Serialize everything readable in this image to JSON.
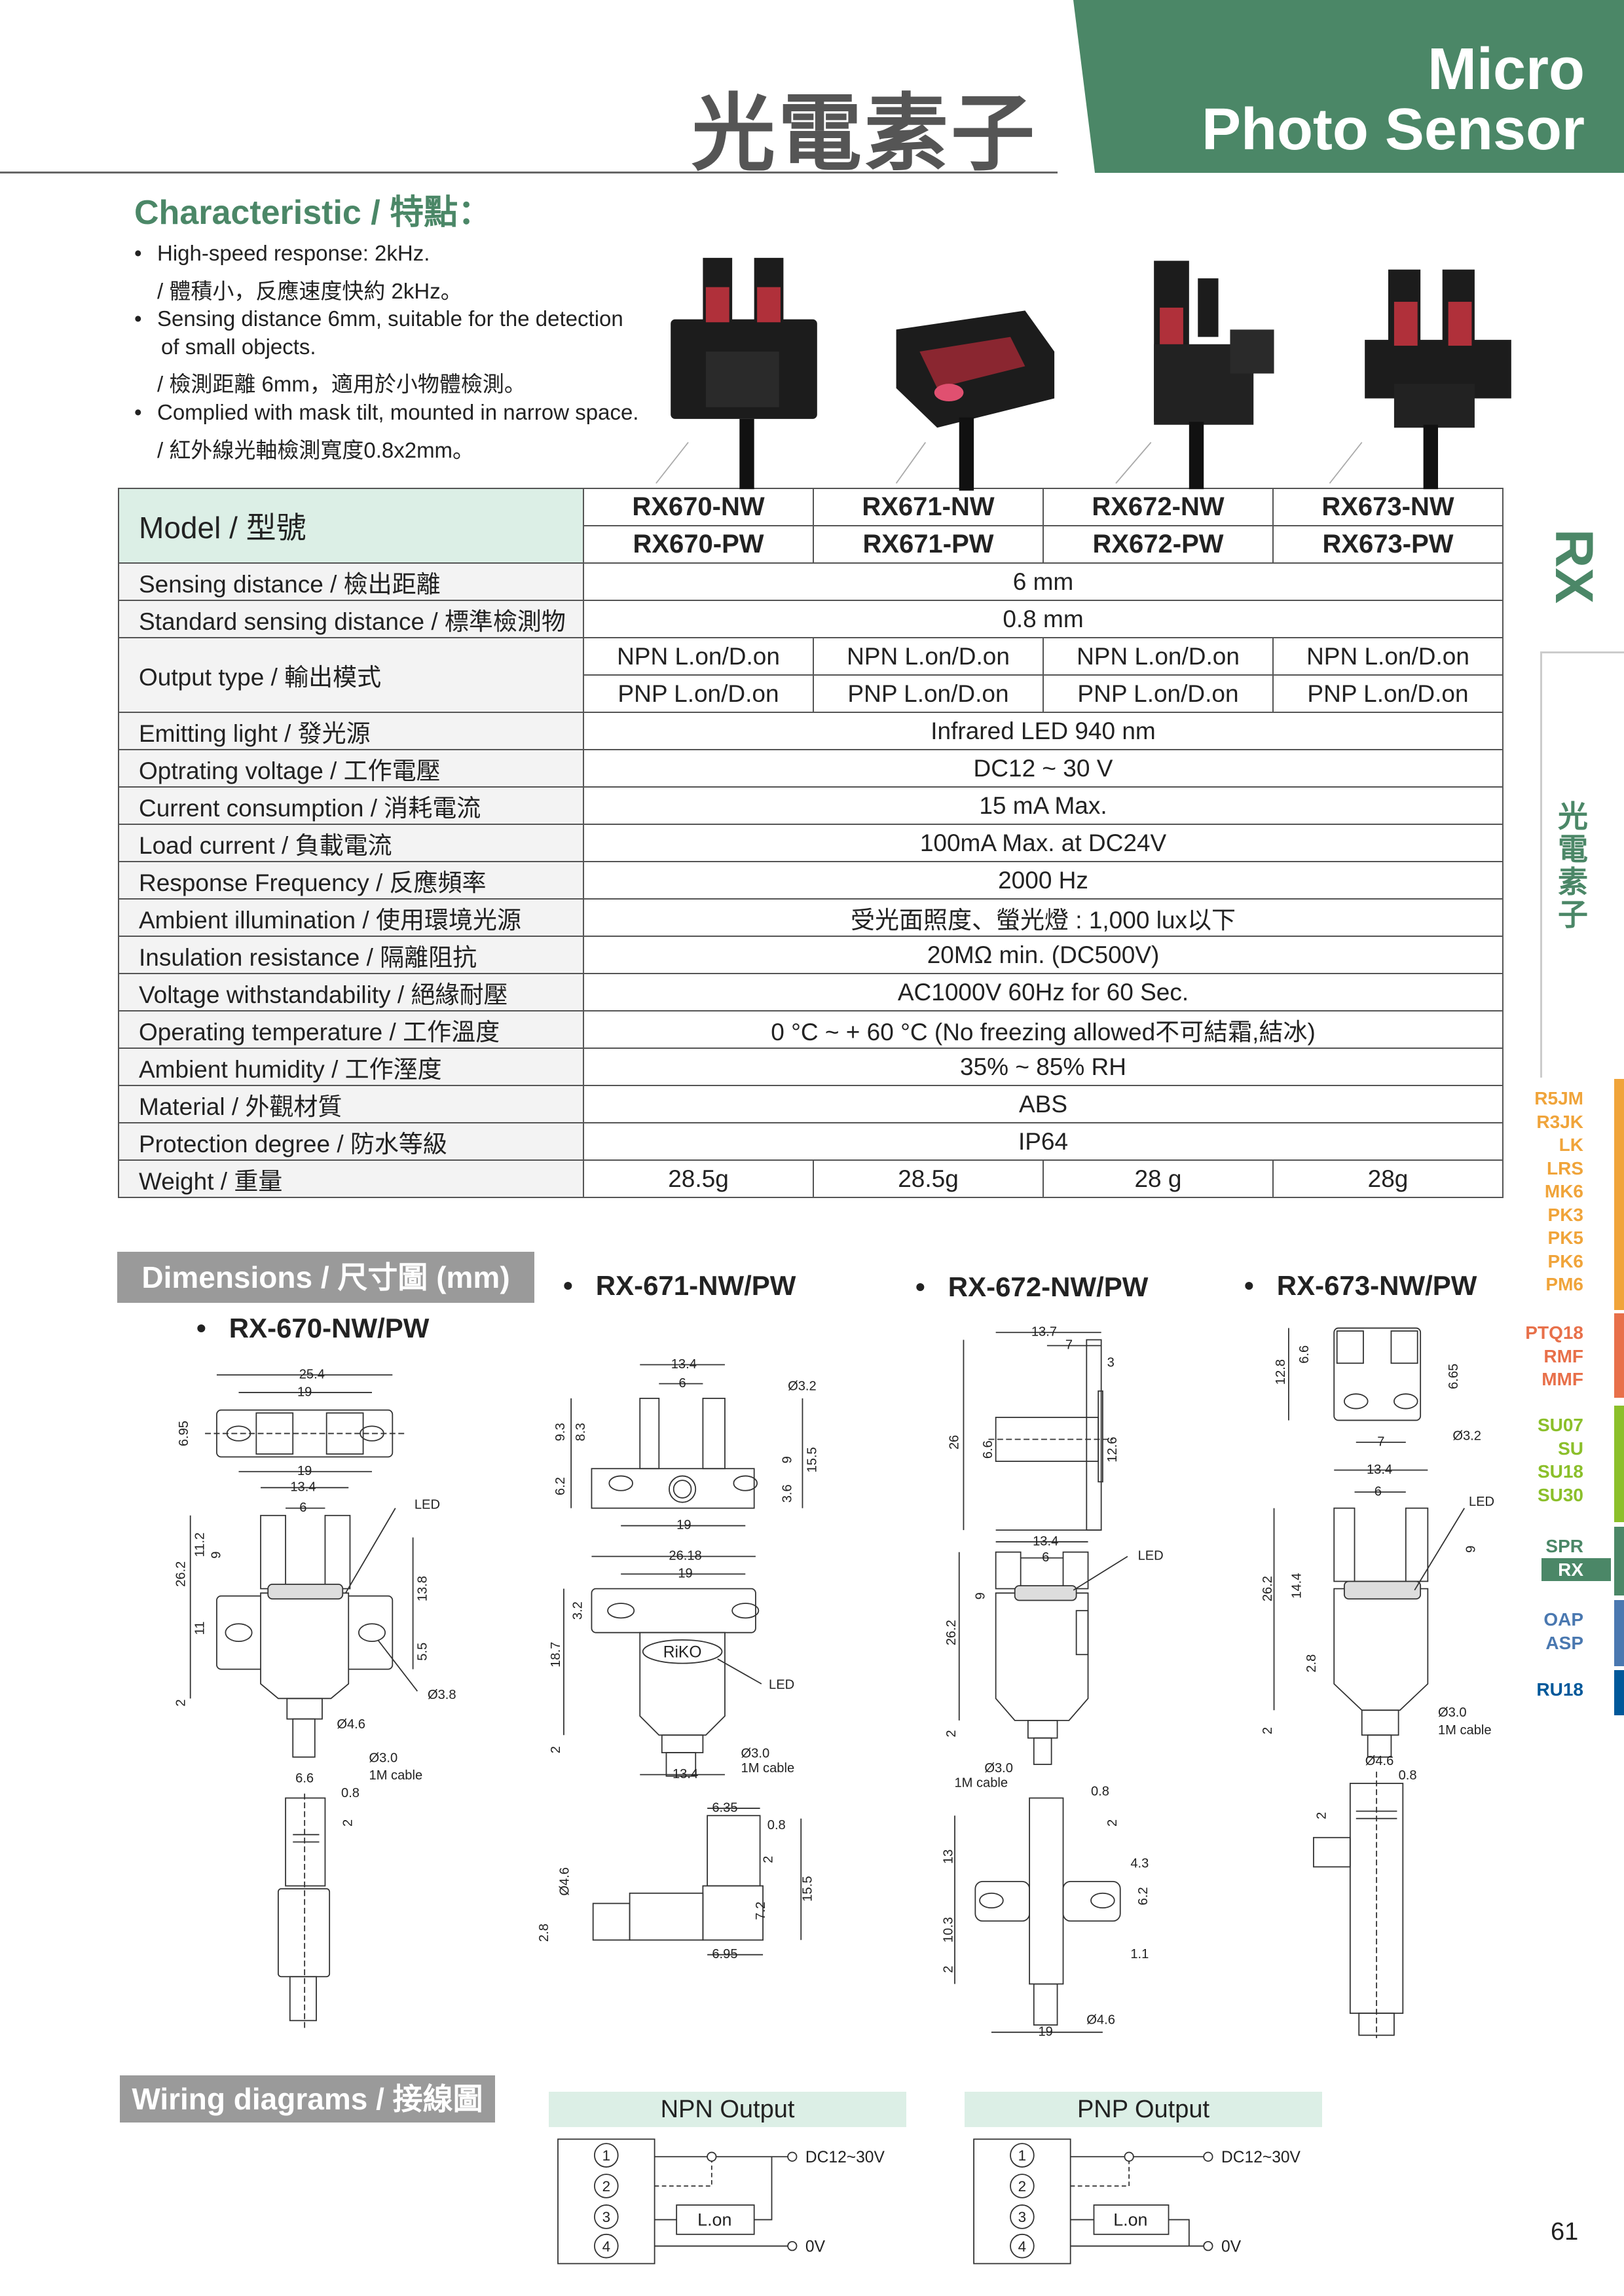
{
  "header": {
    "title_cn": "光電素子",
    "banner_line1": "Micro",
    "banner_line2": "Photo Sensor"
  },
  "colors": {
    "brand_green": "#4b8767",
    "header_bg": "#dcefe6",
    "section_gray": "#9a9a9a"
  },
  "characteristic": {
    "title": "Characteristic / 特點：",
    "lines": [
      "High-speed response: 2kHz.",
      "/ 體積小，反應速度快約 2kHz。",
      "Sensing distance 6mm, suitable for the detection",
      " of small objects.",
      "/ 檢測距離 6mm，適用於小物體檢測。",
      "Complied with mask tilt, mounted in narrow space.",
      "/ 紅外線光軸檢測寬度0.8x2mm。"
    ]
  },
  "spec_table": {
    "model_label": "Model / 型號",
    "models_nw": [
      "RX670-NW",
      "RX671-NW",
      "RX672-NW",
      "RX673-NW"
    ],
    "models_pw": [
      "RX670-PW",
      "RX671-PW",
      "RX672-PW",
      "RX673-PW"
    ],
    "output_label": "Output type / 輸出模式",
    "output_npn": [
      "NPN L.on/D.on",
      "NPN L.on/D.on",
      "NPN L.on/D.on",
      "NPN L.on/D.on"
    ],
    "output_pnp": [
      "PNP L.on/D.on",
      "PNP L.on/D.on",
      "PNP L.on/D.on",
      "PNP L.on/D.on"
    ],
    "rows_before": [
      {
        "label": "Sensing distance / 檢出距離",
        "value": "6 mm"
      },
      {
        "label": "Standard sensing distance / 標準檢測物",
        "value": "0.8 mm"
      }
    ],
    "rows_after": [
      {
        "label": "Emitting light / 發光源",
        "value": "Infrared LED 940 nm"
      },
      {
        "label": "Optrating voltage / 工作電壓",
        "value": "DC12 ~ 30 V"
      },
      {
        "label": "Current consumption / 消耗電流",
        "value": "15 mA Max."
      },
      {
        "label": "Load current / 負載電流",
        "value": "100mA Max. at DC24V"
      },
      {
        "label": "Response Frequency / 反應頻率",
        "value": "2000 Hz"
      },
      {
        "label": "Ambient illumination / 使用環境光源",
        "value": "受光面照度、螢光燈 : 1,000 lux以下"
      },
      {
        "label": "Insulation resistance / 隔離阻抗",
        "value": "20MΩ min. (DC500V)"
      },
      {
        "label": "Voltage withstandability / 絕緣耐壓",
        "value": "AC1000V 60Hz for 60 Sec."
      },
      {
        "label": "Operating temperature / 工作溫度",
        "value": "0 °C ~ + 60 °C (No freezing allowed不可結霜,結冰)"
      },
      {
        "label": "Ambient humidity / 工作溼度",
        "value": "35% ~ 85%  RH"
      },
      {
        "label": "Material / 外觀材質",
        "value": "ABS"
      },
      {
        "label": "Protection degree / 防水等級",
        "value": "IP64"
      }
    ],
    "weight_label": "Weight / 重量",
    "weights": [
      "28.5g",
      "28.5g",
      "28 g",
      "28g"
    ]
  },
  "dimensions": {
    "title": "Dimensions / 尺寸圖 (mm)",
    "bullet": "•",
    "d670": {
      "heading": "RX-670-NW/PW",
      "labels": [
        "25.4",
        "19",
        "6.95",
        "19",
        "13.4",
        "6",
        "LED",
        "26.2",
        "11.2",
        "9",
        "11",
        "13.8",
        "5.5",
        "Ø3.8",
        "2",
        "Ø4.6",
        "Ø3.0",
        "1M cable",
        "6.6",
        "0.8",
        "2"
      ]
    },
    "d671": {
      "heading": "RX-671-NW/PW",
      "labels": [
        "13.4",
        "6",
        "Ø3.2",
        "9.3",
        "8.3",
        "6.2",
        "9",
        "15.5",
        "3.6",
        "19",
        "26.18",
        "19",
        "3.2",
        "18.7",
        "LED",
        "2",
        "Ø3.0",
        "1M cable",
        "13.4",
        "6.35",
        "0.8",
        "2",
        "15.5",
        "Ø4.6",
        "2.8",
        "7.2",
        "6.95"
      ],
      "logo": "RiKO"
    },
    "d672": {
      "heading": "RX-672-NW/PW",
      "labels": [
        "13.7",
        "7",
        "3",
        "26",
        "6.6",
        "12.6",
        "13.4",
        "6",
        "LED",
        "9",
        "26.2",
        "2",
        "Ø3.0",
        "1M cable",
        "0.8",
        "2",
        "13",
        "4.3",
        "6.2",
        "10.3",
        "1.1",
        "2",
        "Ø4.6",
        "19"
      ]
    },
    "d673": {
      "heading": "RX-673-NW/PW",
      "labels": [
        "12.8",
        "6.6",
        "6.65",
        "Ø3.2",
        "7",
        "13.4",
        "6",
        "LED",
        "9",
        "26.2",
        "14.4",
        "2.8",
        "2",
        "Ø3.0",
        "1M cable",
        "Ø4.6",
        "0.8",
        "2"
      ]
    }
  },
  "wiring": {
    "title": "Wiring diagrams / 接線圖",
    "npn": {
      "title": "NPN Output",
      "pins": [
        "1",
        "2",
        "3",
        "4"
      ],
      "supply": "DC12~30V",
      "ground": "0V",
      "load": "L.on"
    },
    "pnp": {
      "title": "PNP Output",
      "pins": [
        "1",
        "2",
        "3",
        "4"
      ],
      "supply": "DC12~30V",
      "ground": "0V",
      "load": "L.on"
    }
  },
  "sidebar": {
    "current_series": "RX",
    "category_cn": [
      "光",
      "電",
      "素",
      "子"
    ],
    "groups": [
      {
        "color": "#f0a43a",
        "items": [
          "R5JM",
          "R3JK",
          "LK",
          "LRS",
          "MK6",
          "PK3",
          "PK5",
          "PK6",
          "PM6"
        ]
      },
      {
        "color": "#e8704a",
        "items": [
          "PTQ18",
          "RMF",
          "MMF"
        ]
      },
      {
        "color": "#8bbf2a",
        "items": [
          "SU07",
          "SU",
          "SU18",
          "SU30"
        ]
      },
      {
        "color": "#4b8767",
        "items": [
          "SPR",
          "RX"
        ]
      },
      {
        "color": "#4a78b0",
        "items": [
          "OAP",
          "ASP"
        ]
      },
      {
        "color": "#00589a",
        "items": [
          "RU18"
        ]
      }
    ]
  },
  "page_number": "61"
}
